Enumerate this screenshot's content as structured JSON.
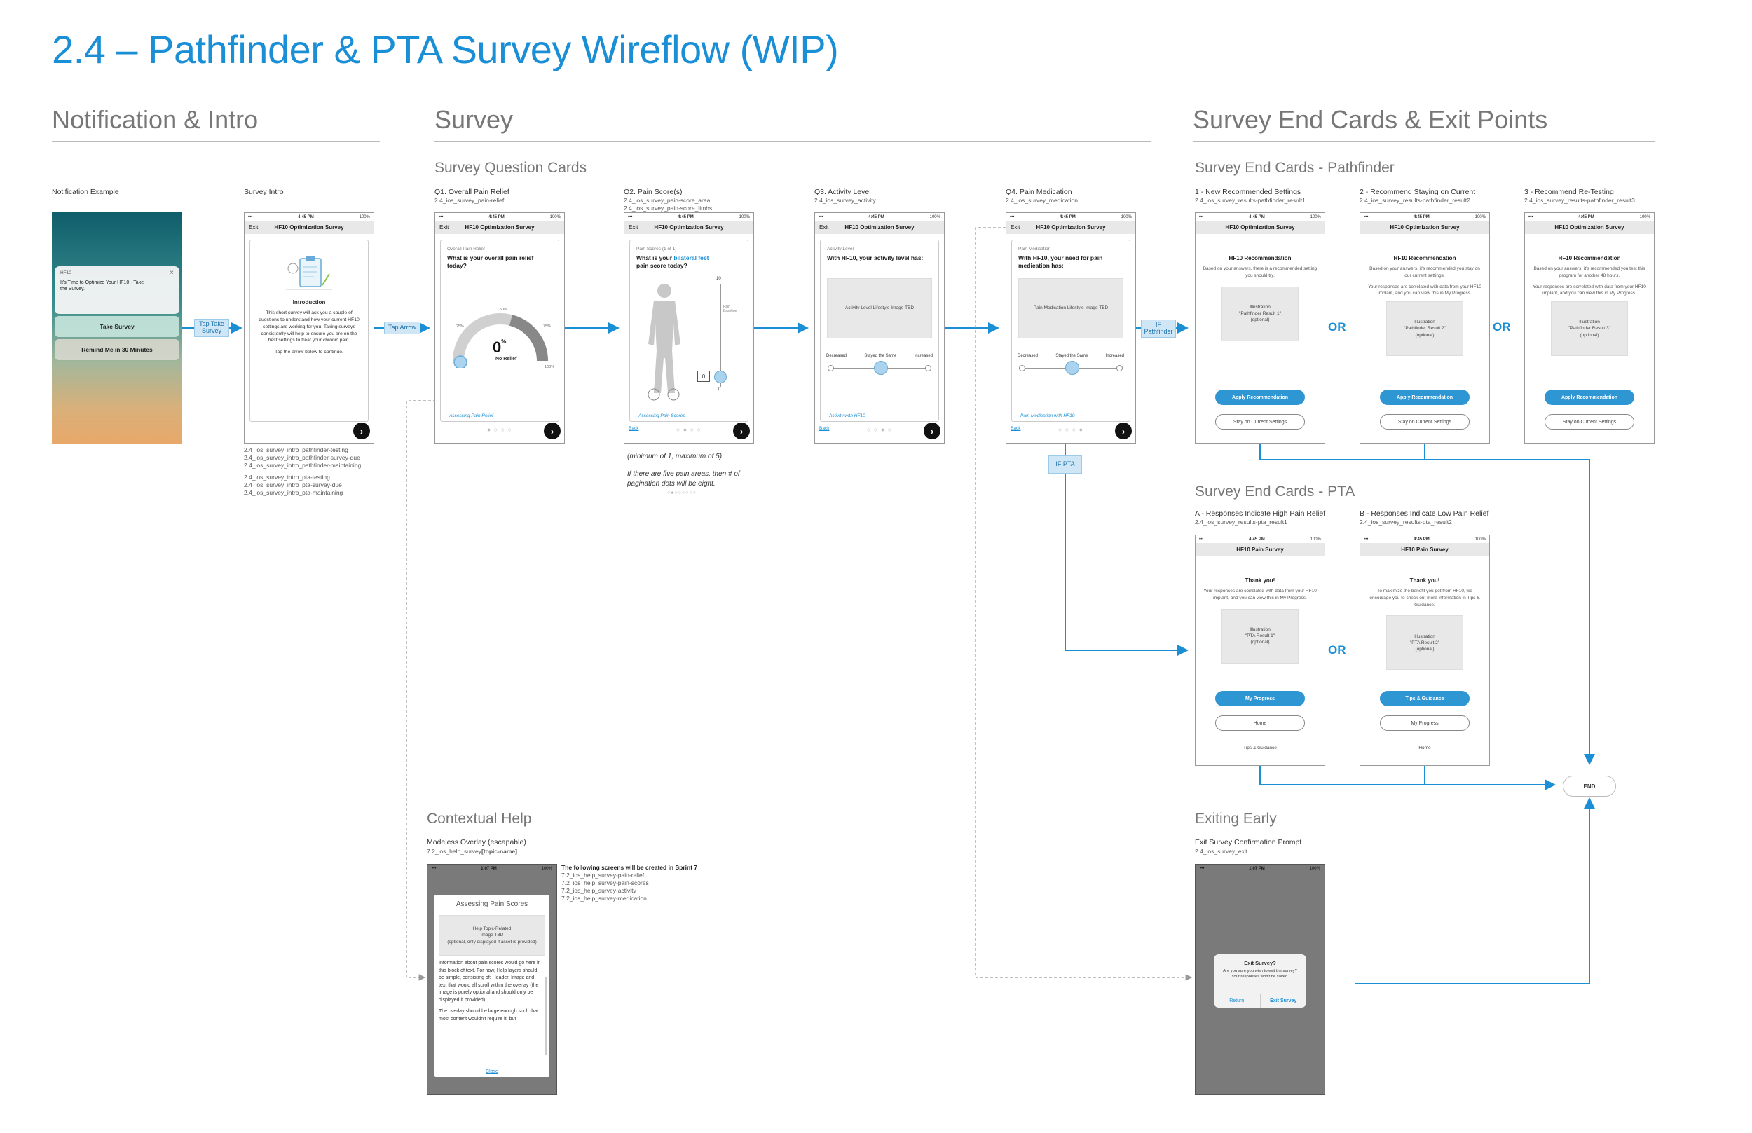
{
  "title": "2.4 – Pathfinder & PTA Survey Wireflow (WIP)",
  "sections": {
    "notification_intro": "Notification & Intro",
    "survey": "Survey",
    "end_cards": "Survey End Cards & Exit Points"
  },
  "subsections": {
    "question_cards": "Survey Question Cards",
    "pathfinder": "Survey End Cards - Pathfinder",
    "pta": "Survey End Cards - PTA",
    "contextual_help": "Contextual Help",
    "exiting_early": "Exiting Early"
  },
  "status_bar": {
    "time": "4:45 PM",
    "battery": "100%",
    "time2": "1:07 PM"
  },
  "notification": {
    "label": "Notification Example",
    "app": "HF10",
    "message": "It's Time to Optimize Your HF10 - Take the Survey.",
    "action1": "Take Survey",
    "action2": "Remind Me in 30 Minutes"
  },
  "intro": {
    "label": "Survey Intro",
    "exit": "Exit",
    "header": "HF10 Optimization Survey",
    "heading": "Introduction",
    "body": "This short survey will ask you a couple of questions to understand how your current HF10 settings are working for you. Taking surveys consistently will help to ensure you are on the best settings to treat your chronic pain.",
    "cta": "Tap the arrow below to continue.",
    "files": [
      "2.4_ios_survey_intro_pathfinder-testing",
      "2.4_ios_survey_intro_pathfinder-survey-due",
      "2.4_ios_survey_intro_pathfinder-maintaining",
      "2.4_ios_survey_intro_pta-testing",
      "2.4_ios_survey_intro_pta-survey-due",
      "2.4_ios_survey_intro_pta-maintaining"
    ]
  },
  "flow_tags": {
    "tap_take_survey": "Tap Take Survey",
    "tap_arrow": "Tap Arrow",
    "if_pathfinder": "IF Pathfinder",
    "if_pta": "IF PTA"
  },
  "q1": {
    "label": "Q1. Overall Pain Relief",
    "file": "2.4_ios_survey_pain-relief",
    "small": "Overall Pain Relief",
    "question": "What is your overall pain relief today?",
    "value": "0",
    "unit": "%",
    "value_label": "No Relief",
    "gauge_labels": [
      "0%",
      "25%",
      "50%",
      "75%",
      "100%"
    ],
    "help": "Assessing Pain Relief"
  },
  "q2": {
    "label": "Q2. Pain Score(s)",
    "file1": "2.4_ios_survey_pain-score_area",
    "file2": "2.4_ios_survey_pain-score_limbs",
    "small": "Pain Scores (1 of 1)",
    "question_a": "What is your",
    "question_hl": "bilateral feet",
    "question_b": "pain score today?",
    "scale_top": "10",
    "scale_bottom": "0",
    "scale_side": "Pain Baseline",
    "value": "0",
    "back": "Back",
    "help": "Assessing Pain Scores",
    "note1": "(minimum of 1, maximum of 5)",
    "note2": "If there are five pain areas, then # of pagination dots will be eight."
  },
  "q3": {
    "label": "Q3. Activity Level",
    "file": "2.4_ios_survey_activity",
    "small": "Activity Level",
    "question": "With HF10, your activity level has:",
    "image": "Activity Level Lifestyle Image TBD",
    "options": [
      "Decreased",
      "Stayed the Same",
      "Increased"
    ],
    "back": "Back",
    "help": "Activity with HF10"
  },
  "q4": {
    "label": "Q4. Pain Medication",
    "file": "2.4_ios_survey_medication",
    "small": "Pain Medication",
    "question": "With HF10, your need for pain medication has:",
    "image": "Pain Medication Lifestyle Image TBD",
    "options": [
      "Decreased",
      "Stayed the Same",
      "Increased"
    ],
    "back": "Back",
    "help": "Pain Medication with HF10"
  },
  "pf": [
    {
      "label": "1 - New Recommended Settings",
      "file": "2.4_ios_survey_results-pathfinder_result1",
      "heading": "HF10 Recommendation",
      "body": "Based on your answers, there is a recommended setting you should try.",
      "ill": "Illustration",
      "ill2": "\"Pathfinder Result 1\"",
      "ill3": "(optional)",
      "primary": "Apply Recommendation",
      "secondary": "Stay on Current Settings"
    },
    {
      "label": "2 - Recommend Staying on Current",
      "file": "2.4_ios_survey_results-pathfinder_result2",
      "heading": "HF10 Recommendation",
      "body": "Based on your answers, it's recommended you stay on our current settings.",
      "body2": "Your responses are correlated with data from your HF10 implant, and you can view this in My Progress.",
      "ill": "Illustration",
      "ill2": "\"Pathfinder Result 2\"",
      "ill3": "(optional)",
      "primary": "Apply Recommendation",
      "secondary": "Stay on Current Settings"
    },
    {
      "label": "3 - Recommend Re-Testing",
      "file": "2.4_ios_survey_results-pathfinder_result3",
      "heading": "HF10 Recommendation",
      "body": "Based on your answers, it's recommended you test this program for another 48 hours.",
      "body2": "Your responses are correlated with data from your HF10 implant, and you can view this in My Progress.",
      "ill": "Illustration",
      "ill2": "\"Pathfinder Result 3\"",
      "ill3": "(optional)",
      "primary": "Apply Recommendation",
      "secondary": "Stay on Current Settings"
    }
  ],
  "pta": [
    {
      "label": "A - Responses Indicate High Pain Relief",
      "file": "2.4_ios_survey_results-pta_result1",
      "header": "HF10 Pain Survey",
      "heading": "Thank you!",
      "body": "Your responses are correlated with data from your HF10 implant, and you can view this in My Progress.",
      "ill": "Illustration",
      "ill2": "\"PTA Result 1\"",
      "ill3": "(optional)",
      "primary": "My Progress",
      "secondary": "Home",
      "link": "Tips & Guidance"
    },
    {
      "label": "B - Responses Indicate Low Pain Relief",
      "file": "2.4_ios_survey_results-pta_result2",
      "header": "HF10 Pain Survey",
      "heading": "Thank you!",
      "body": "To maximize the benefit you get from HF10, we encourage you to check out more information in Tips & Guidance.",
      "ill": "Illustration",
      "ill2": "\"PTA Result 2\"",
      "ill3": "(optional)",
      "primary": "Tips & Guidance",
      "secondary": "My Progress",
      "link": "Home"
    }
  ],
  "or": "OR",
  "end": "END",
  "help_overlay": {
    "label": "Modeless Overlay (escapable)",
    "file_a": "7.2_ios_help_survey",
    "file_b": "[topic-name]",
    "title": "Assessing Pain Scores",
    "image1": "Help Topic-Related",
    "image2": "Image TBD",
    "image3": "(optional, only displayed if asset is provided)",
    "text": "Information about pain scores would go here in this block of text. For now, Help layers should be simple, consisting of: Header, Image and text that would all scroll within the overlay (the image is purely optional and should only be displayed if provided)",
    "text2": "The overlay should be large enough such that most content wouldn't require it, but",
    "close": "Close",
    "sprint_note": "The following screens will be created in Sprint 7",
    "sprint_files": [
      "7.2_ios_help_survey-pain-relief",
      "7.2_ios_help_survey-pain-scores",
      "7.2_ios_help_survey-activity",
      "7.2_ios_help_survey-medication"
    ]
  },
  "exit_prompt": {
    "label": "Exit Survey Confirmation Prompt",
    "file": "2.4_ios_survey_exit",
    "title": "Exit Survey?",
    "body": "Are you sure you wish to exit the survey? Your responses won't be saved.",
    "return": "Return",
    "exit": "Exit Survey"
  }
}
